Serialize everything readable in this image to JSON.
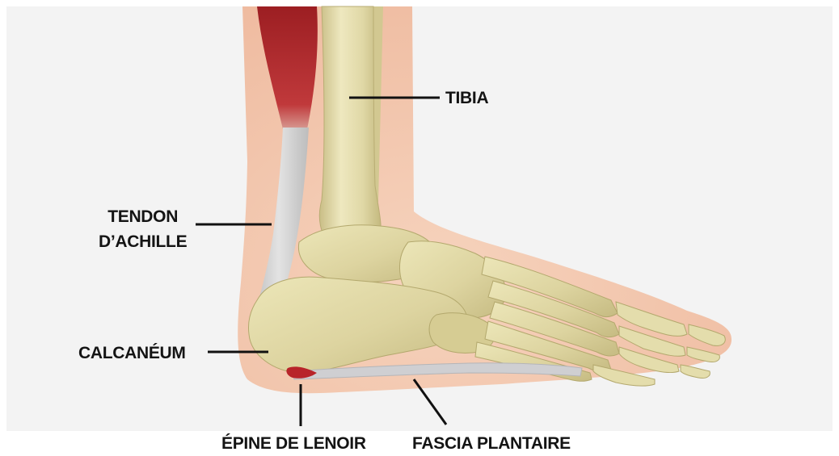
{
  "diagram": {
    "labels": {
      "tibia": "TIBIA",
      "tendon_line1": "TENDON",
      "tendon_line2": "D’ACHILLE",
      "calcaneum": "CALCANÉUM",
      "epine": "ÉPINE DE LENOIR",
      "fascia": "FASCIA PLANTAIRE"
    },
    "colors": {
      "background": "#f3f3f3",
      "skin": "#f2c3a7",
      "bone": "#ddd6a0",
      "tendon": "#c9c9c9",
      "muscle": "#b02a2d",
      "leader_line": "#111111"
    }
  }
}
